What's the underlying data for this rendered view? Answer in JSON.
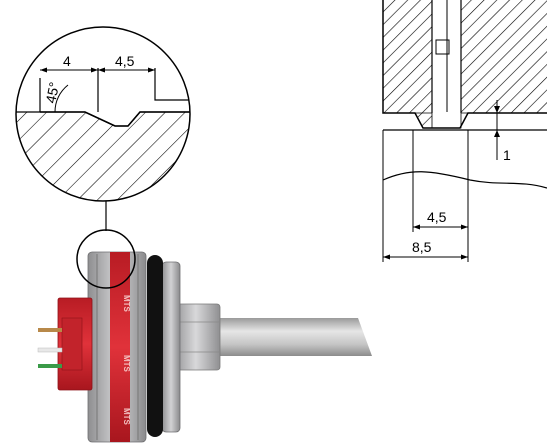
{
  "detail_view": {
    "dim_chamfer": "4",
    "dim_groove": "4,5",
    "angle": "45°"
  },
  "section_view": {
    "dim_depth": "1",
    "dim_inner": "4,5",
    "dim_outer": "8,5"
  },
  "sensor_photo": {
    "brand_text": "MTS",
    "colors": {
      "body_red": "#d8262e",
      "ring_gray": "#a9a9ab",
      "rod_gray": "#bdbdbd",
      "oring_black": "#111111"
    }
  }
}
